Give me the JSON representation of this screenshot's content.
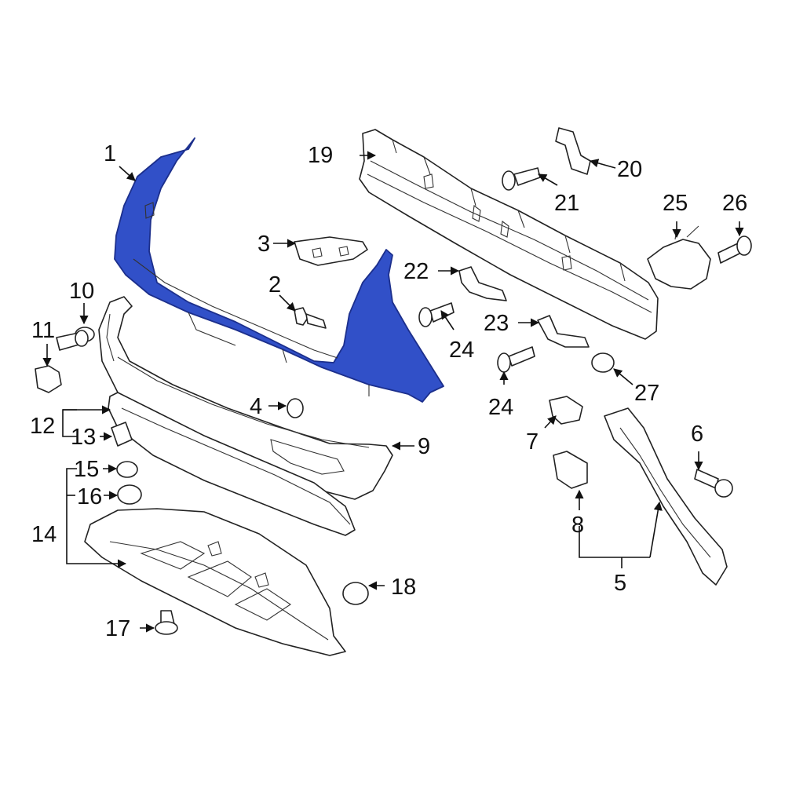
{
  "highlight_color": "#3150c8",
  "callouts": [
    {
      "id": "1",
      "text": "1"
    },
    {
      "id": "2",
      "text": "2"
    },
    {
      "id": "3",
      "text": "3"
    },
    {
      "id": "4",
      "text": "4"
    },
    {
      "id": "5",
      "text": "5"
    },
    {
      "id": "6",
      "text": "6"
    },
    {
      "id": "7",
      "text": "7"
    },
    {
      "id": "8",
      "text": "8"
    },
    {
      "id": "9",
      "text": "9"
    },
    {
      "id": "10",
      "text": "10"
    },
    {
      "id": "11",
      "text": "11"
    },
    {
      "id": "12",
      "text": "12"
    },
    {
      "id": "13",
      "text": "13"
    },
    {
      "id": "14",
      "text": "14"
    },
    {
      "id": "15",
      "text": "15"
    },
    {
      "id": "16",
      "text": "16"
    },
    {
      "id": "17",
      "text": "17"
    },
    {
      "id": "18",
      "text": "18"
    },
    {
      "id": "19",
      "text": "19"
    },
    {
      "id": "20",
      "text": "20"
    },
    {
      "id": "21",
      "text": "21"
    },
    {
      "id": "22",
      "text": "22"
    },
    {
      "id": "23",
      "text": "23"
    },
    {
      "id": "24a",
      "text": "24"
    },
    {
      "id": "24b",
      "text": "24"
    },
    {
      "id": "25",
      "text": "25"
    },
    {
      "id": "26",
      "text": "26"
    },
    {
      "id": "27",
      "text": "27"
    }
  ]
}
